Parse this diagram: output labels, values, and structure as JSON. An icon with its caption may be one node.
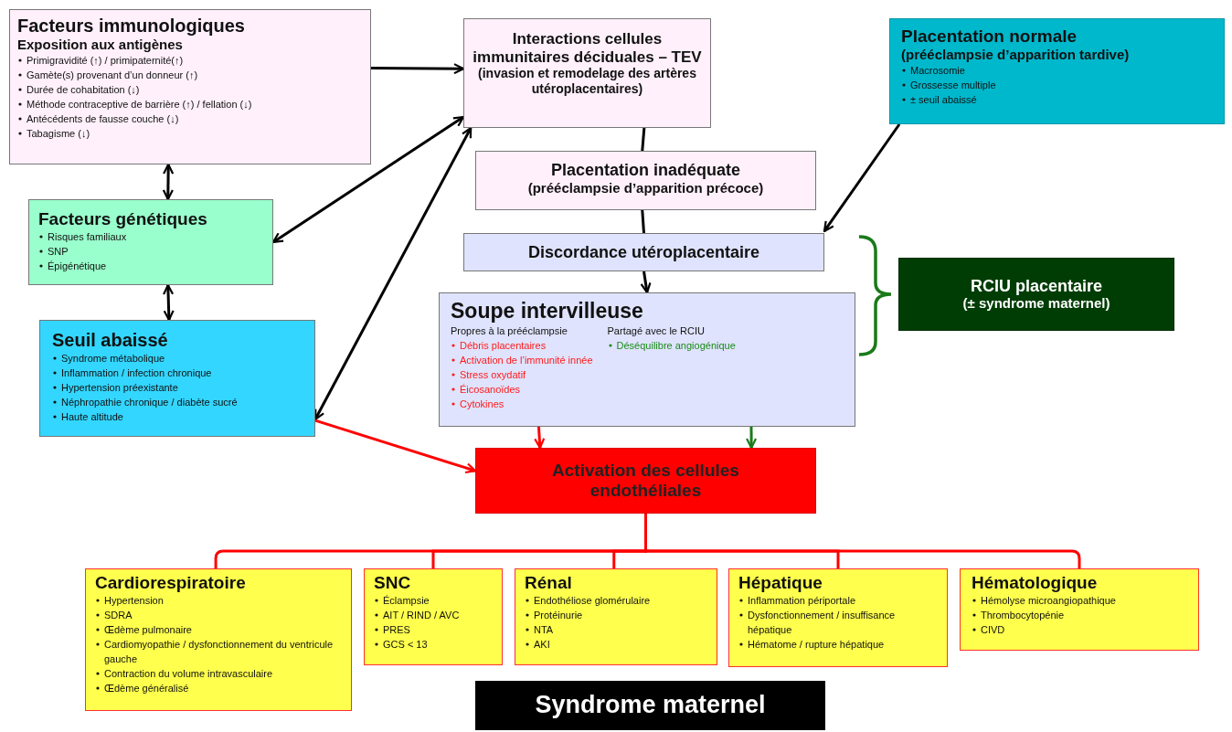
{
  "diagram": {
    "nodes": [
      {
        "text": [
          "Facteurs immunologiques",
          "Exposition aux antigènes",
          "Primigravidité (↑) / primipaternité(↑)",
          "Gamète(s) provenant d’un donneur (↑)",
          "Durée de cohabitation (↓)",
          "Méthode contraceptive de barrière (↑)  / fellation (↓)",
          "Antécédents de fausse couche (↓)",
          "Tabagisme (↓)"
        ]
      },
      {
        "text": [
          "Interactions cellules immunitaires déciduales – TEV",
          "(invasion et remodelage des artères utéroplacentaires)"
        ]
      },
      {
        "text": [
          "Placentation normale",
          "(prééclampsie d’apparition tardive)",
          "Macrosomie",
          "Grossesse multiple",
          "± seuil abaissé"
        ]
      },
      {
        "text": [
          "Facteurs génétiques",
          "Risques familiaux",
          "SNP",
          "Épigénétique"
        ]
      },
      {
        "text": [
          "Placentation inadéquate",
          "(prééclampsie d’apparition précoce)"
        ]
      },
      {
        "text": [
          "Discordance utéroplacentaire"
        ]
      },
      {
        "text": [
          "Seuil abaissé",
          "Syndrome métabolique",
          "Inflammation / infection chronique",
          "Hypertension préexistante",
          "Néphropathie chronique / diabète sucré",
          "Haute altitude"
        ]
      },
      {
        "text": [
          "Soupe intervilleuse",
          "Propres à la prééclampsie",
          "Débris placentaires",
          "Activation de l’immunité innée",
          "Stress oxydatif",
          "Éicosanoïdes",
          "Cytokines",
          "Partagé avec le RCIU",
          "Déséquilibre angiogénique"
        ]
      },
      {
        "text": [
          "RCIU placentaire",
          "(± syndrome maternel)"
        ]
      },
      {
        "text": [
          "Activation des cellules endothéliales"
        ]
      },
      {
        "text": [
          "Cardiorespiratoire",
          "Hypertension",
          "SDRA",
          "Œdème pulmonaire",
          "Cardiomyopathie / dysfonctionnement du ventricule gauche",
          "Contraction du volume intravasculaire",
          "Œdème généralisé"
        ]
      },
      {
        "text": [
          "SNC",
          "Éclampsie",
          "AIT / RIND / AVC",
          "PRES",
          "GCS < 13"
        ]
      },
      {
        "text": [
          "Rénal",
          "Endothéliose glomérulaire",
          "Protéinurie",
          "NTA",
          "AKI"
        ]
      },
      {
        "text": [
          "Hépatique",
          "Inflammation périportale",
          "Dysfonctionnement / insuffisance hépatique",
          "Hématome / rupture hépatique"
        ]
      },
      {
        "text": [
          "Hématologique",
          "Hémolyse microangiopathique",
          "Thrombocytopénie",
          "CIVD"
        ]
      },
      {
        "text": [
          "Syndrome maternel"
        ]
      }
    ],
    "edges": [
      {
        "from": 0,
        "to": 1,
        "arrow": "to"
      },
      {
        "from": 0,
        "to": 3,
        "arrow": "both"
      },
      {
        "from": 3,
        "to": 6,
        "arrow": "both"
      },
      {
        "from": 1,
        "to": 3,
        "arrow": "both"
      },
      {
        "from": 1,
        "to": 6,
        "arrow": "both"
      },
      {
        "from": 1,
        "to": 4,
        "arrow": "none"
      },
      {
        "from": 4,
        "to": 5,
        "arrow": "none"
      },
      {
        "from": 5,
        "to": 7,
        "arrow": "to"
      },
      {
        "from": 2,
        "to": 5,
        "arrow": "to"
      },
      {
        "from": 7,
        "to": 9,
        "arrow": "to",
        "color": "#ff0000"
      },
      {
        "from": 7,
        "to": 9,
        "arrow": "to",
        "color": "#1a7a1a"
      },
      {
        "from": 6,
        "to": 9,
        "arrow": "to",
        "color": "#ff0000"
      },
      {
        "from": 9,
        "to": 10,
        "arrow": "none",
        "color": "#ff0000"
      },
      {
        "from": 9,
        "to": 11,
        "arrow": "none",
        "color": "#ff0000"
      },
      {
        "from": 9,
        "to": 12,
        "arrow": "none",
        "color": "#ff0000"
      },
      {
        "from": 9,
        "to": 13,
        "arrow": "none",
        "color": "#ff0000"
      },
      {
        "from": 9,
        "to": 14,
        "arrow": "none",
        "color": "#ff0000"
      }
    ]
  }
}
